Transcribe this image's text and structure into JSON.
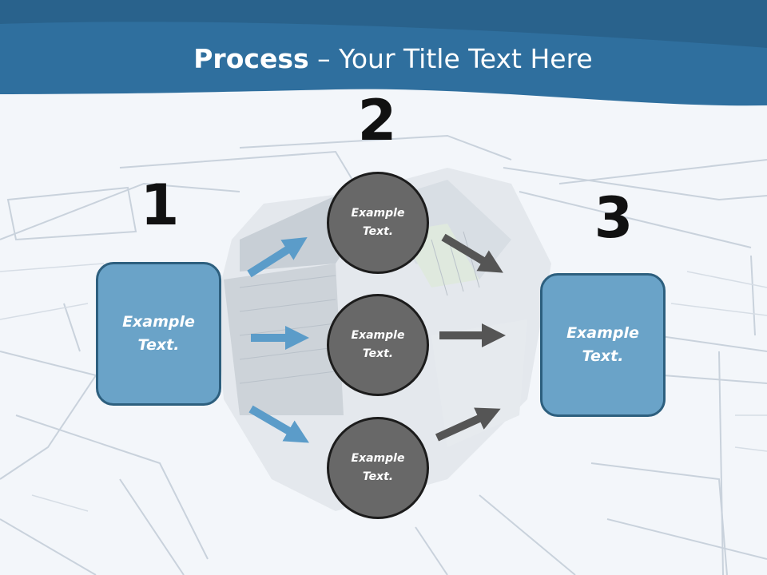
{
  "title": {
    "bold": "Process",
    "rest": " – Your Title Text Here"
  },
  "steps": [
    {
      "number": "1"
    },
    {
      "number": "2"
    },
    {
      "number": "3"
    }
  ],
  "left_box": {
    "text": "Example\nText."
  },
  "right_box": {
    "text": "Example\nText."
  },
  "circles": [
    {
      "text": "Example\nText."
    },
    {
      "text": "Example\nText."
    },
    {
      "text": "Example\nText."
    }
  ],
  "colors": {
    "header": "#2f6f9e",
    "box_fill": "#6aa3c8",
    "box_border": "#2d5f7e",
    "circle_fill": "#686868",
    "blue_arrow": "#5b9cc9",
    "gray_arrow": "#555555"
  }
}
